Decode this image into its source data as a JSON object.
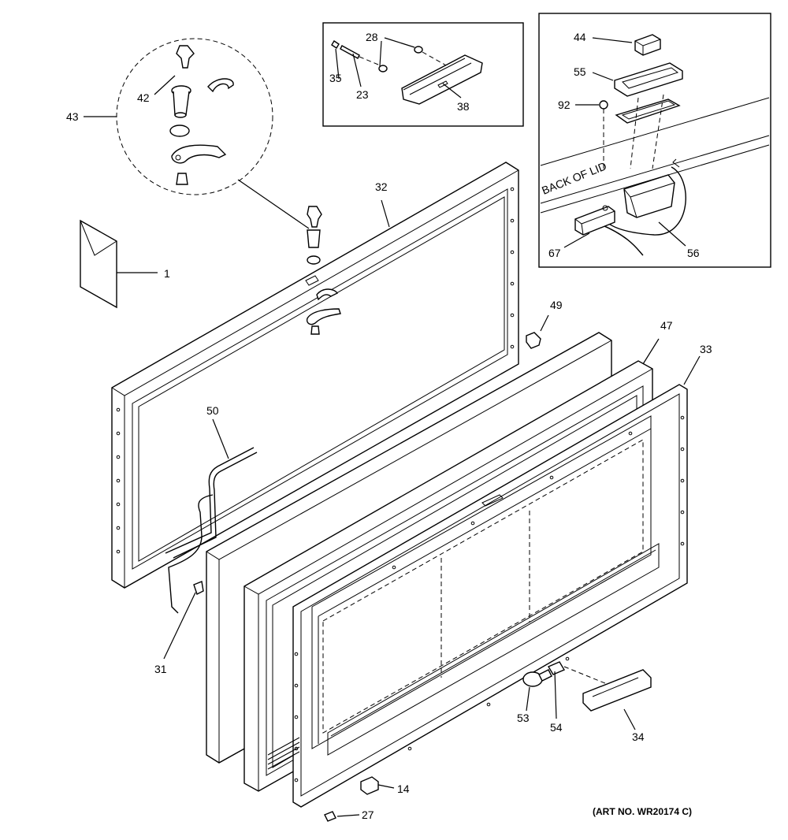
{
  "diagram": {
    "callouts": [
      {
        "id": "c1",
        "text": "1"
      },
      {
        "id": "c14",
        "text": "14"
      },
      {
        "id": "c23",
        "text": "23"
      },
      {
        "id": "c27",
        "text": "27"
      },
      {
        "id": "c28",
        "text": "28"
      },
      {
        "id": "c31",
        "text": "31"
      },
      {
        "id": "c32",
        "text": "32"
      },
      {
        "id": "c33",
        "text": "33"
      },
      {
        "id": "c34",
        "text": "34"
      },
      {
        "id": "c35",
        "text": "35"
      },
      {
        "id": "c38",
        "text": "38"
      },
      {
        "id": "c42",
        "text": "42"
      },
      {
        "id": "c43",
        "text": "43"
      },
      {
        "id": "c44",
        "text": "44"
      },
      {
        "id": "c47",
        "text": "47"
      },
      {
        "id": "c49",
        "text": "49"
      },
      {
        "id": "c50",
        "text": "50"
      },
      {
        "id": "c53",
        "text": "53"
      },
      {
        "id": "c54",
        "text": "54"
      },
      {
        "id": "c55",
        "text": "55"
      },
      {
        "id": "c56",
        "text": "56"
      },
      {
        "id": "c67",
        "text": "67"
      },
      {
        "id": "c92",
        "text": "92"
      }
    ],
    "inset_label": "BACK OF LID",
    "art_number": "(ART NO. WR20174 C)"
  }
}
